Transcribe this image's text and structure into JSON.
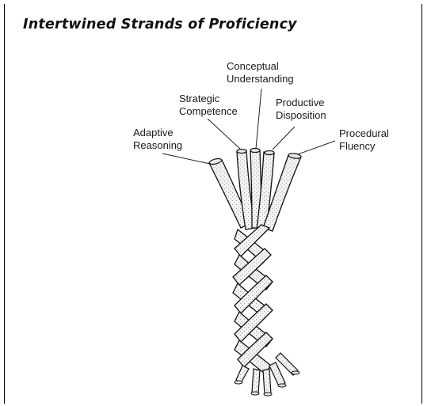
{
  "title": "Intertwined Strands of Proficiency",
  "strands": [
    {
      "id": "conceptual",
      "lines": [
        "Conceptual",
        "Understanding"
      ]
    },
    {
      "id": "strategic",
      "lines": [
        "Strategic",
        "Competence"
      ]
    },
    {
      "id": "productive",
      "lines": [
        "Productive",
        "Disposition"
      ]
    },
    {
      "id": "adaptive",
      "lines": [
        "Adaptive",
        "Reasoning"
      ]
    },
    {
      "id": "procedural",
      "lines": [
        "Procedural",
        "Fluency"
      ]
    }
  ],
  "colors": {
    "rope_fill": "#f2f2f2",
    "rope_stroke": "#111111",
    "stipple": "#8a8a8a",
    "text": "#1a1a1a"
  }
}
